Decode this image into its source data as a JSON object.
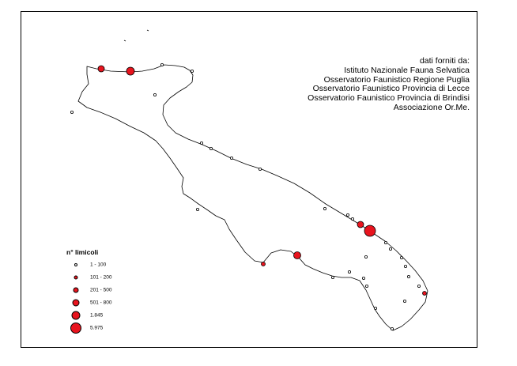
{
  "credits": {
    "heading": "dati forniti da:",
    "sources": [
      "Istituto Nazionale Fauna Selvatica",
      "Osservatorio Faunistico Regione Puglia",
      "Osservatorio Faunistico Provincia di Lecce",
      "Osservatorio Faunistico Provincia di Brindisi",
      "Associazione Or.Me."
    ]
  },
  "legend": {
    "title": "n° limicoli",
    "classes": [
      {
        "label": "1 - 100",
        "fill": "#ffffff"
      },
      {
        "label": "101 - 200",
        "fill": "#e8141e"
      },
      {
        "label": "201 - 500",
        "fill": "#e8141e"
      },
      {
        "label": "501 - 800",
        "fill": "#e8141e"
      },
      {
        "label": "1.845",
        "fill": "#e8141e"
      },
      {
        "label": "5.975",
        "fill": "#e8141e"
      }
    ]
  },
  "colors": {
    "point_fill": "#e8141e",
    "point_stroke": "#000000",
    "coastline": "#000000",
    "frame": "#000000"
  }
}
